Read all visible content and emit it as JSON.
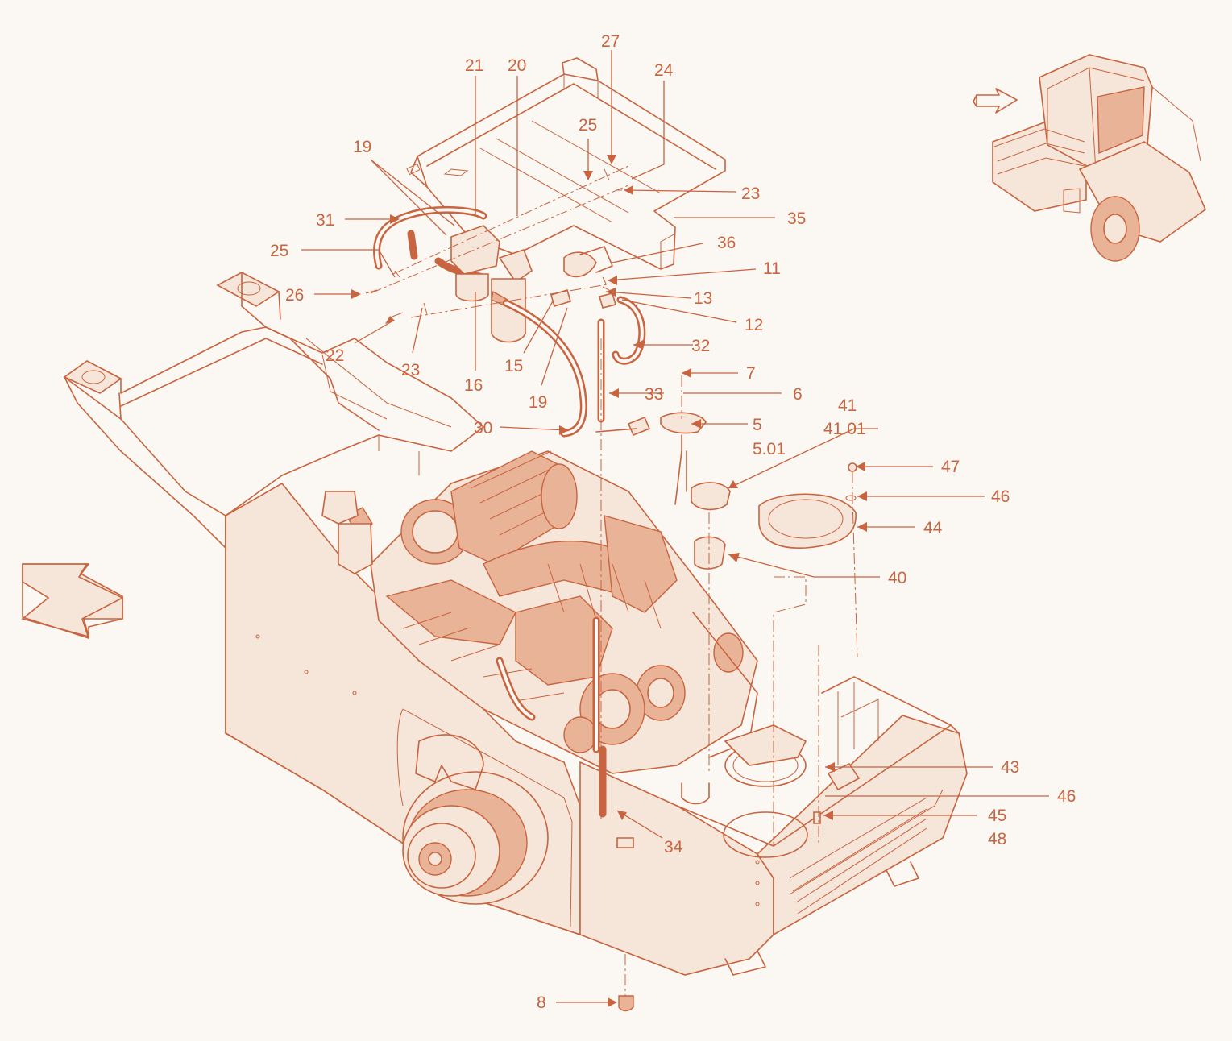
{
  "colors": {
    "line": "#c8643f",
    "background": "#fbf7f2",
    "shade": "#e9b397"
  },
  "icons": {
    "direction_arrow": "arrow-icon"
  },
  "callouts": [
    {
      "id": "c27",
      "text": "27"
    },
    {
      "id": "c21",
      "text": "21"
    },
    {
      "id": "c20",
      "text": "20"
    },
    {
      "id": "c24",
      "text": "24"
    },
    {
      "id": "c19a",
      "text": "19"
    },
    {
      "id": "c25a",
      "text": "25"
    },
    {
      "id": "c23a",
      "text": "23"
    },
    {
      "id": "c31",
      "text": "31"
    },
    {
      "id": "c35",
      "text": "35"
    },
    {
      "id": "c36",
      "text": "36"
    },
    {
      "id": "c25b",
      "text": "25"
    },
    {
      "id": "c11",
      "text": "11"
    },
    {
      "id": "c26",
      "text": "26"
    },
    {
      "id": "c13",
      "text": "13"
    },
    {
      "id": "c12",
      "text": "12"
    },
    {
      "id": "c32",
      "text": "32"
    },
    {
      "id": "c22",
      "text": "22"
    },
    {
      "id": "c23b",
      "text": "23"
    },
    {
      "id": "c15",
      "text": "15"
    },
    {
      "id": "c16",
      "text": "16"
    },
    {
      "id": "c19b",
      "text": "19"
    },
    {
      "id": "c7",
      "text": "7"
    },
    {
      "id": "c6",
      "text": "6"
    },
    {
      "id": "c33",
      "text": "33"
    },
    {
      "id": "c41",
      "text": "41"
    },
    {
      "id": "c4101",
      "text": "41.01"
    },
    {
      "id": "c30",
      "text": "30"
    },
    {
      "id": "c5",
      "text": "5"
    },
    {
      "id": "c501",
      "text": "5.01"
    },
    {
      "id": "c47",
      "text": "47"
    },
    {
      "id": "c46a",
      "text": "46"
    },
    {
      "id": "c44",
      "text": "44"
    },
    {
      "id": "c40",
      "text": "40"
    },
    {
      "id": "c43",
      "text": "43"
    },
    {
      "id": "c46b",
      "text": "46"
    },
    {
      "id": "c45",
      "text": "45"
    },
    {
      "id": "c48",
      "text": "48"
    },
    {
      "id": "c34",
      "text": "34"
    },
    {
      "id": "c8",
      "text": "8"
    }
  ]
}
